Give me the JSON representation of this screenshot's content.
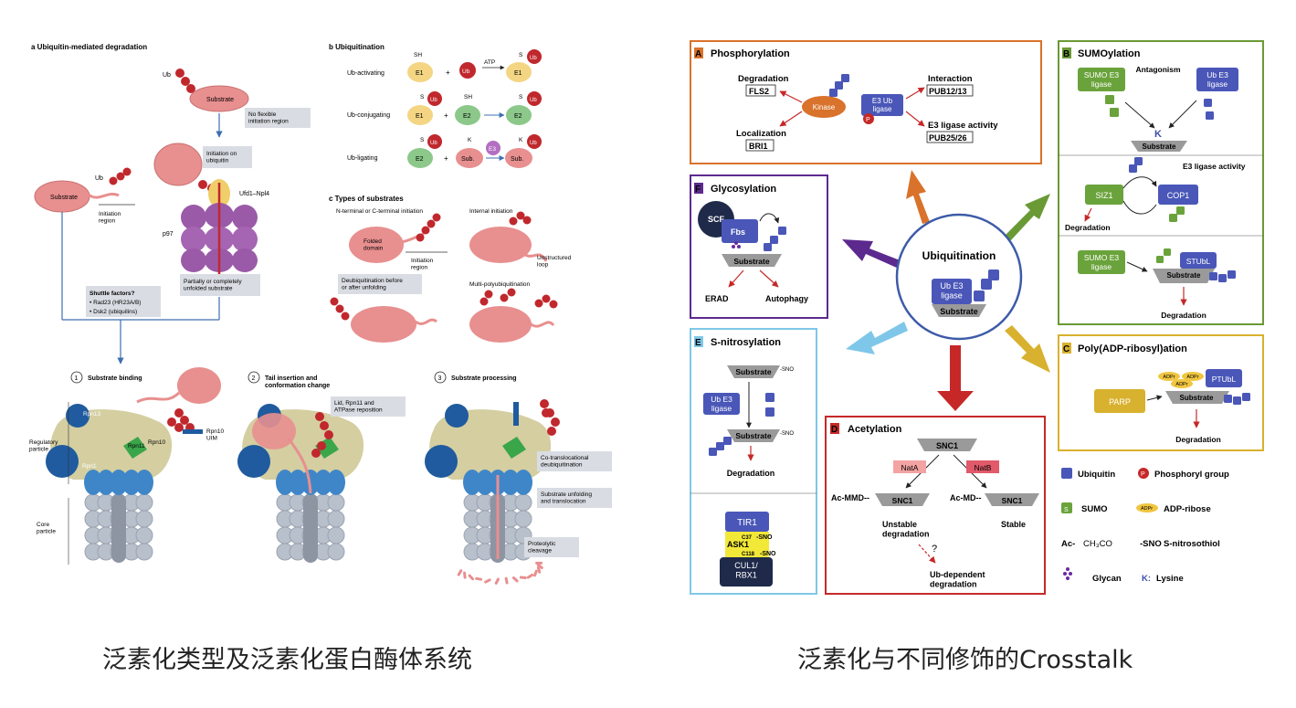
{
  "left_panel": {
    "a": {
      "title": "a  Ubiquitin-mediated degradation",
      "ub_n": "Ub",
      "substrate": "Substrate",
      "no_flex": "No flexible\ninitiation region",
      "init_on_ub": "Initiation on\nubiquitin",
      "ufd": "Ufd1–Npl4",
      "substrate2": "Substrate",
      "ub_n2": "Ub",
      "init_region": "Initiation\nregion",
      "p97": "p97",
      "partially": "Partially or completely\nunfolded substrate",
      "shuttle_title": "Shuttle factors?",
      "shuttle_1": "• Rad23 (HR23A/B)",
      "shuttle_2": "• Dsk2 (ubiquilins)"
    },
    "b": {
      "title": "b  Ubiquitination",
      "rows": [
        "Ub-activating",
        "Ub-conjugating",
        "Ub-ligating"
      ],
      "sh": "SH",
      "atp": "ATP",
      "e1": "E1",
      "e2": "E2",
      "e3": "E3",
      "ub": "Ub",
      "sub": "Sub.",
      "s": "S",
      "k": "K"
    },
    "c": {
      "title": "c  Types of substrates",
      "nterm": "N-terminal or C-terminal initiation",
      "internal": "Internal initiation",
      "folded": "Folded\ndomain",
      "init_region": "Initiation\nregion",
      "unstructured": "Unstructured\nloop",
      "deub": "Deubiquitination before\nor after unfolding",
      "multi": "Multi-polyubiquitination"
    },
    "steps": [
      {
        "num": "1",
        "title": "Substrate binding"
      },
      {
        "num": "2",
        "title": "Tail insertion and\nconformation change"
      },
      {
        "num": "3",
        "title": "Substrate processing"
      }
    ],
    "labels": {
      "rpn13": "Rpn13",
      "rpn1": "Rpn1",
      "rpn11": "Rpn11",
      "rpn10": "Rpn10",
      "rpn10_uim": "Rpn10\nUIM",
      "regulatory": "Regulatory\nparticle",
      "core": "Core\nparticle",
      "lid": "Lid, Rpn11 and\nATPase reposition",
      "cotrans": "Co-translocational\ndeubiquitination",
      "unfolding": "Substrate unfolding\nand translocation",
      "proteolytic": "Proteolytic\ncleavage"
    },
    "caption": "泛素化类型及泛素化蛋白酶体系统"
  },
  "right_panel": {
    "center": {
      "title": "Ubiquitination",
      "e3": "Ub E3\nligase",
      "substrate": "Substrate",
      "ub": "Ub"
    },
    "A": {
      "letter": "A",
      "title": "Phosphorylation",
      "degradation": "Degradation",
      "fls2": "FLS2",
      "localization": "Localization",
      "bri1": "BRI1",
      "kinase": "Kinase",
      "e3": "E3 Ub\nligase",
      "p": "P",
      "interaction": "Interaction",
      "pub1213": "PUB12/13",
      "e3act": "E3 ligase activity",
      "pub2526": "PUB25/26"
    },
    "B": {
      "letter": "B",
      "title": "SUMOylation",
      "sumo_e3": "SUMO E3\nligase",
      "antagonism": "Antagonism",
      "ub_e3": "Ub E3\nligase",
      "k": "K",
      "substrate": "Substrate",
      "s": "S",
      "siz1": "SIZ1",
      "cop1": "COP1",
      "e3act": "E3 ligase activity",
      "degradation": "Degradation",
      "stubl": "STUbL"
    },
    "C": {
      "letter": "C",
      "title": "Poly(ADP-ribosyl)ation",
      "parp": "PARP",
      "adpr": "ADPr",
      "ptubl": "PTUbL",
      "substrate": "Substrate",
      "degradation": "Degradation"
    },
    "D": {
      "letter": "D",
      "title": "Acetylation",
      "snc1": "SNC1",
      "nata": "NatA",
      "natb": "NatB",
      "ac_mmd": "Ac-MMD--",
      "ac_md": "Ac-MD--",
      "unstable": "Unstable\ndegradation",
      "stable": "Stable",
      "q": "?",
      "ubdep": "Ub-dependent\ndegradation"
    },
    "E": {
      "letter": "E",
      "title": "S-nitrosylation",
      "substrate": "Substrate",
      "sno": "-SNO",
      "ub_e3": "Ub E3\nligase",
      "degradation": "Degradation",
      "tir1": "TIR1",
      "ask1": "ASK1",
      "c37": "C37",
      "c118": "C118",
      "cul1": "CUL1/\nRBX1"
    },
    "F": {
      "letter": "F",
      "title": "Glycosylation",
      "scf": "SCF",
      "fbs": "Fbs",
      "substrate": "Substrate",
      "erad": "ERAD",
      "autophagy": "Autophagy"
    },
    "legend": {
      "ub": "Ubiquitin",
      "phos": "Phosphoryl group",
      "sumo": "SUMO",
      "adpr": "ADP-ribose",
      "ac": "Ac-",
      "ch3co": "CH₃CO",
      "sno": "-SNO",
      "snitro": "S-nitrosothiol",
      "glycan": "Glycan",
      "k": "K:",
      "lysine": "Lysine"
    },
    "colors": {
      "A": "#d9722b",
      "B": "#6a9a35",
      "C": "#d8b12e",
      "D": "#c62828",
      "E": "#7fc7e8",
      "F": "#5c2a8e",
      "ub": "#4a57b8",
      "sumo": "#6aa33b"
    },
    "caption": "泛素化与不同修饰的Crosstalk"
  }
}
